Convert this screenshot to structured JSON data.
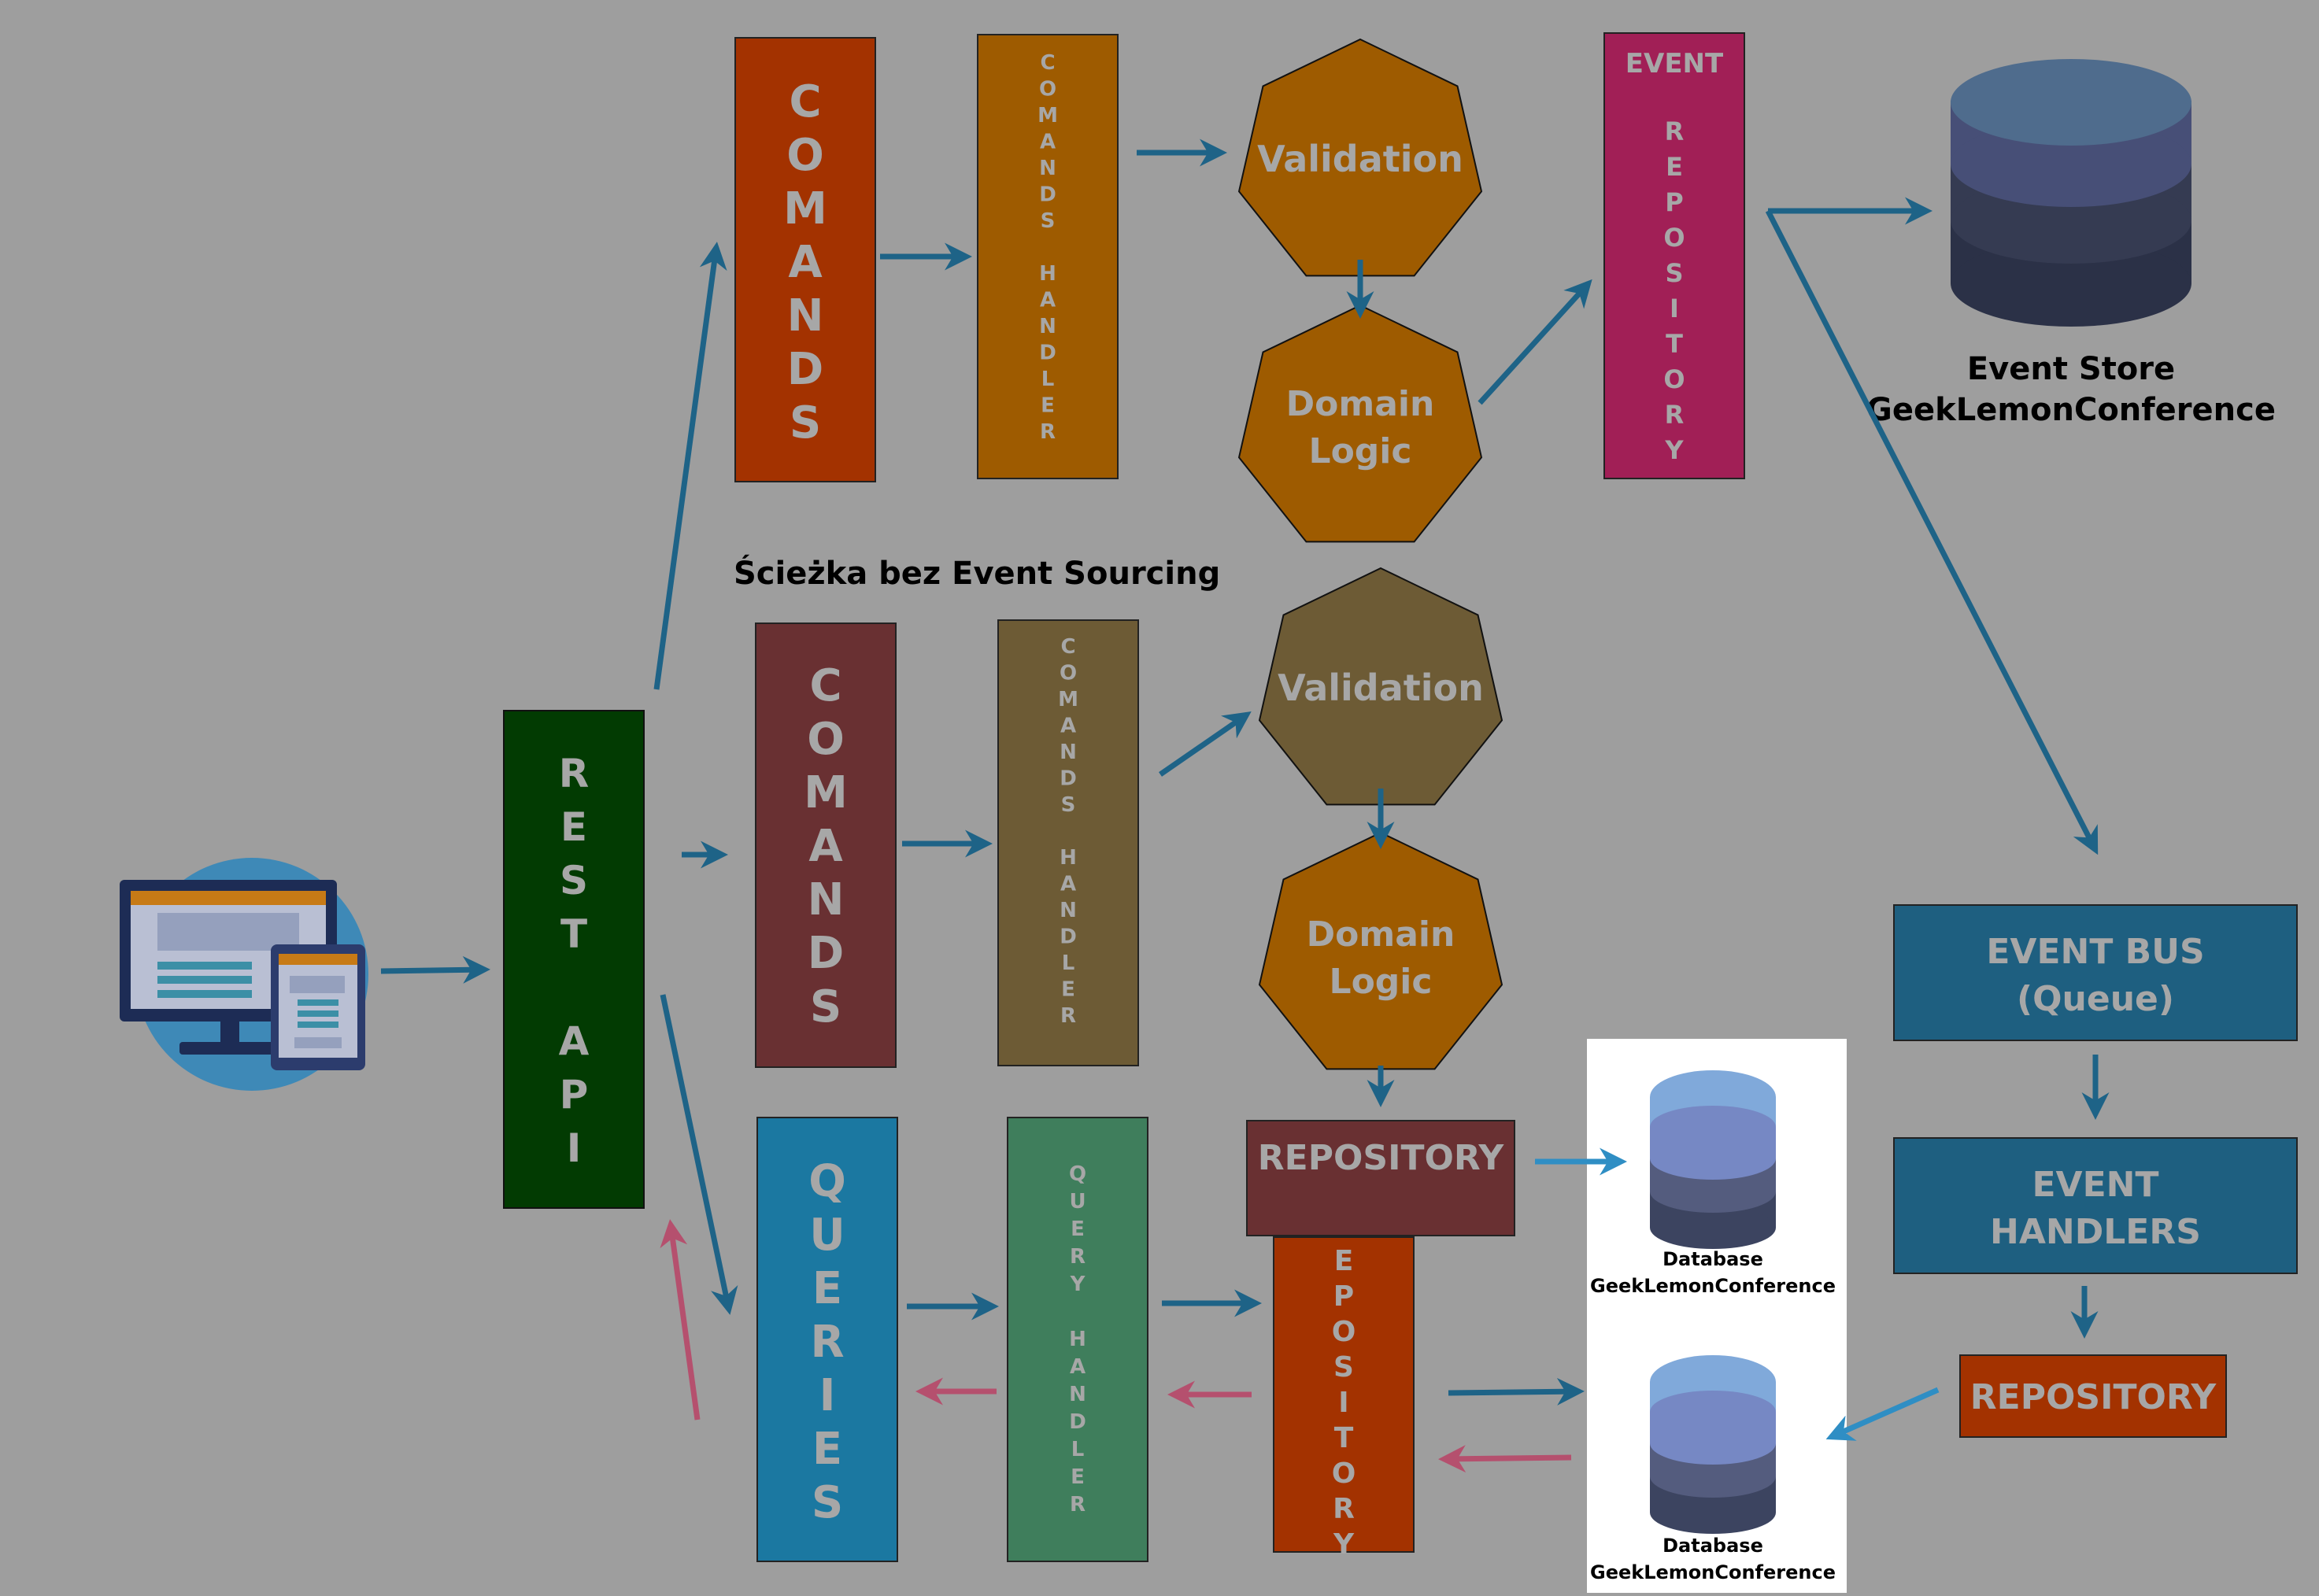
{
  "background_color": "#9e9e9e",
  "caption": "Ścieżka bez Event Sourcing",
  "rest_api": {
    "label": "REST API",
    "color": "#023b02"
  },
  "es_path": {
    "commands": {
      "label": "COMANDS",
      "color": "#a33200"
    },
    "commands_handler": {
      "label": "COMANDS HANDLER",
      "color": "#9e5b00"
    },
    "validation": {
      "label": "Validation",
      "color": "#9e5b00"
    },
    "domain_logic": {
      "label": "Domain Logic",
      "color": "#9e5b00"
    },
    "event_repository": {
      "title": "EVENT",
      "label": "REPOSITORY",
      "color": "#a11f56"
    },
    "event_store": {
      "line1": "Event Store",
      "line2": "GeekLemonConference"
    }
  },
  "plain_path": {
    "commands": {
      "label": "COMANDS",
      "color": "#693032"
    },
    "commands_handler": {
      "label": "COMANDS HANDLER",
      "color": "#6d5b35"
    },
    "validation": {
      "label": "Validation",
      "color": "#6d5b35"
    },
    "domain_logic": {
      "label": "Domain Logic",
      "color": "#9e5b00"
    },
    "repository": {
      "label": "REPOSITORY",
      "color": "#693032"
    },
    "database": {
      "line1": "Database",
      "line2": "GeekLemonConference"
    }
  },
  "query_path": {
    "queries": {
      "label": "QUERIES",
      "color": "#1b78a1"
    },
    "query_handler": {
      "label": "QUERY HANDLER",
      "color": "#3f7e5c"
    },
    "repository": {
      "label": "EPOSITORY",
      "color": "#a33200"
    },
    "database": {
      "line1": "Database",
      "line2": "GeekLemonConference"
    }
  },
  "event_side": {
    "event_bus": {
      "line1": "EVENT BUS",
      "line2": "(Queue)",
      "color": "#1e5f80"
    },
    "event_handlers": {
      "line1": "EVENT",
      "line2": "HANDLERS",
      "color": "#1e5f80"
    },
    "repository": {
      "label": "REPOSITORY",
      "color": "#a33200"
    }
  },
  "icons": [
    "devices-icon",
    "database-icon"
  ],
  "arrow_colors": {
    "command": "#1e6387",
    "query_return": "#b5506e",
    "db": "#2f8ec4"
  }
}
